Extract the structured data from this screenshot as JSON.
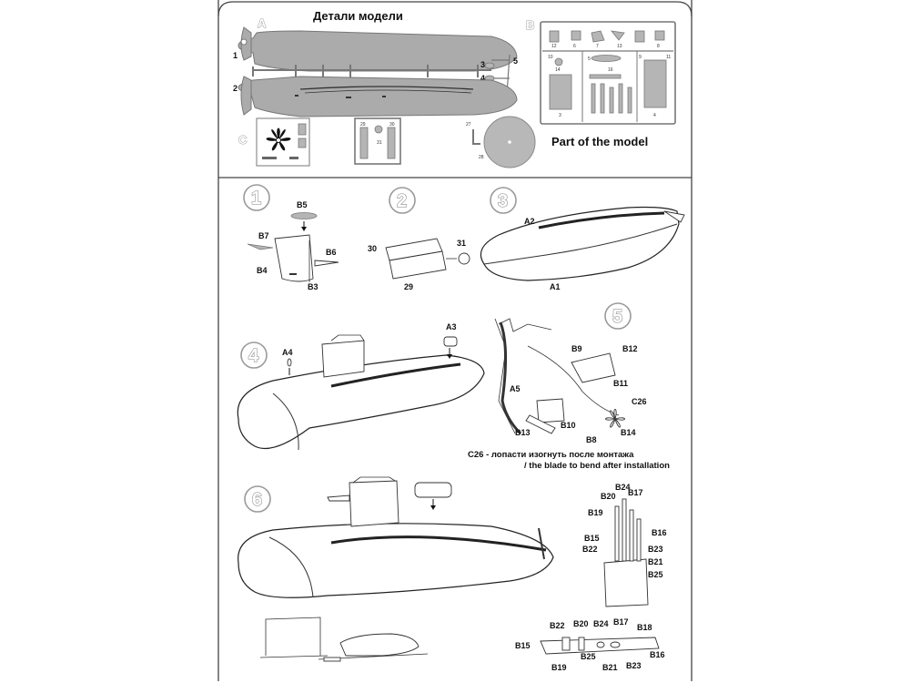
{
  "header": {
    "title_ru": "Детали модели",
    "title_en": "Part of the model",
    "section_a": "A",
    "section_b": "B",
    "section_c": "C"
  },
  "sprue_labels": {
    "a_hull_top": "1",
    "a_hull_bottom": "2",
    "a_small_3": "3",
    "a_small_4": "4",
    "a_rod_5": "5",
    "b_parts": [
      "12",
      "6",
      "7",
      "13",
      "8",
      "5",
      "9",
      "10",
      "14",
      "11",
      "16",
      "3",
      "4"
    ],
    "c_parts": [
      "29",
      "30",
      "31"
    ],
    "c_27": "27",
    "c_28": "28"
  },
  "steps": [
    {
      "num": "1",
      "labels": [
        "B5",
        "B7",
        "B6",
        "B4",
        "B3"
      ]
    },
    {
      "num": "2",
      "labels": [
        "30",
        "31",
        "29"
      ]
    },
    {
      "num": "3",
      "labels": [
        "A2",
        "A1"
      ]
    },
    {
      "num": "4",
      "labels": [
        "A4",
        "A3"
      ]
    },
    {
      "num": "5",
      "labels": [
        "B9",
        "B12",
        "A5",
        "B11",
        "C26",
        "B13",
        "B10",
        "B14",
        "B8"
      ]
    },
    {
      "num": "6",
      "labels": [
        "B24",
        "B20",
        "B17",
        "B19",
        "B16",
        "B15",
        "B22",
        "B23",
        "B21",
        "B25"
      ]
    }
  ],
  "detail_labels": [
    "B22",
    "B20",
    "B24",
    "B17",
    "B18",
    "B15",
    "B16",
    "B19",
    "B25",
    "B21",
    "B23"
  ],
  "note": {
    "ru": "С26 - лопасти изогнуть после монтажа",
    "en": "/  the blade to bend after installation"
  }
}
